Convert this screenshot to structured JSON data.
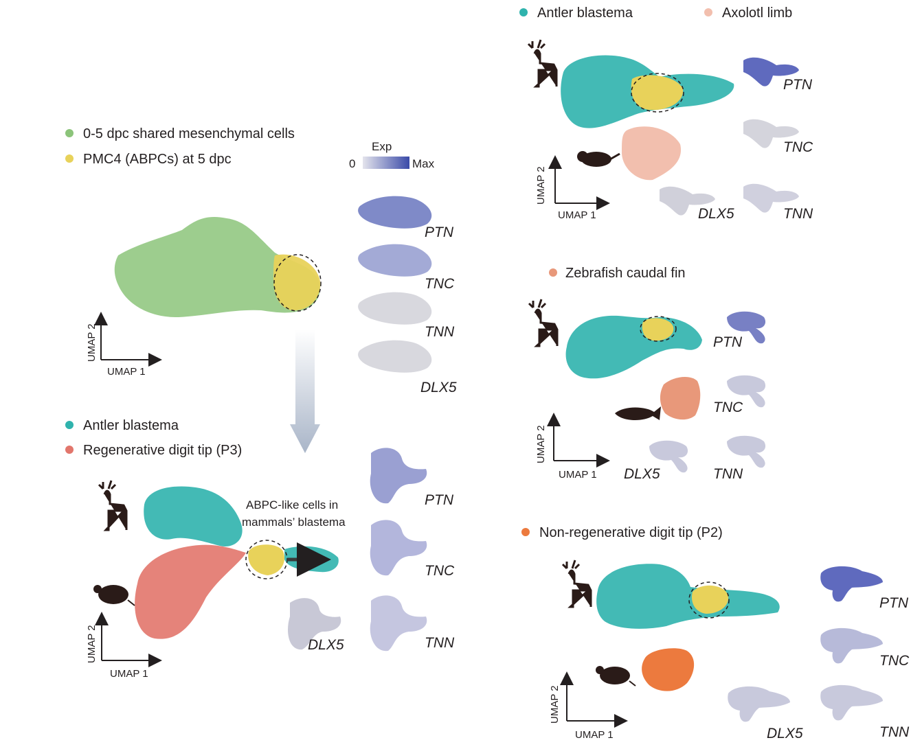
{
  "colors": {
    "shared_mesenchymal": "#8cc47a",
    "pmc4": "#e8d25a",
    "antler": "#2fb3ad",
    "axolotl": "#f2bfae",
    "zebrafish": "#e8987a",
    "p3": "#e2766c",
    "p2": "#ec7a3e",
    "expr_low": "#d9d9e0",
    "expr_high": "#2f3f9e",
    "arrow_grad_top": "#ffffff",
    "arrow_grad_bottom": "#aab7c9"
  },
  "axes": {
    "x": "UMAP 1",
    "y": "UMAP 2"
  },
  "genes": {
    "ptn": "PTN",
    "tnc": "TNC",
    "tnn": "TNN",
    "dlx5": "DLX5"
  },
  "exp_scale": {
    "title": "Exp",
    "min": "0",
    "max": "Max"
  },
  "panel_a": {
    "legend": [
      {
        "label": "0-5 dpc shared mesenchymal cells",
        "color": "#8cc47a"
      },
      {
        "label": "PMC4 (ABPCs) at 5 dpc",
        "color": "#e8d25a"
      }
    ]
  },
  "panel_b": {
    "legend": [
      {
        "label": "Antler blastema",
        "color": "#2fb3ad"
      },
      {
        "label": "Regenerative digit tip (P3)",
        "color": "#e2766c"
      }
    ],
    "annotation_line1": "ABPC-like cells in",
    "annotation_line2": "mammals’ blastema"
  },
  "panel_c": {
    "legend": [
      {
        "label": "Antler blastema",
        "color": "#2fb3ad"
      },
      {
        "label": "Axolotl limb",
        "color": "#f2bfae"
      }
    ]
  },
  "panel_d": {
    "legend_label": "Zebrafish caudal fin",
    "legend_color": "#e8987a"
  },
  "panel_e": {
    "legend_label": "Non-regenerative digit tip (P2)",
    "legend_color": "#ec7a3e"
  }
}
